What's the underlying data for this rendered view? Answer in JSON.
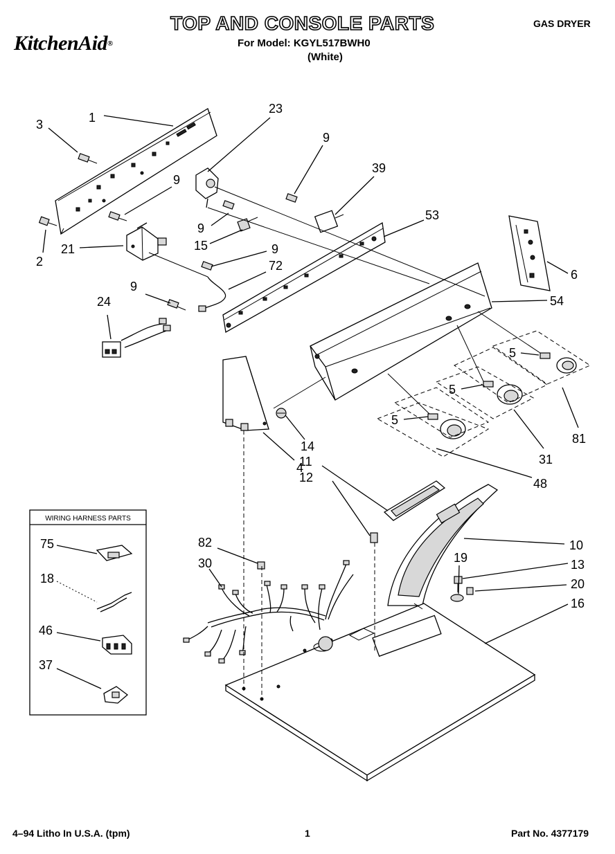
{
  "header": {
    "brand": "KitchenAid",
    "brand_mark": "®",
    "title": "TOP AND CONSOLE PARTS",
    "model_line": "For Model: KGYL517BWH0",
    "color_line": "(White)",
    "appliance": "GAS DRYER"
  },
  "footer": {
    "print_info": "4–94 Litho In U.S.A. (tpm)",
    "page_number": "1",
    "part_number": "Part No. 4377179"
  },
  "inset": {
    "title": "WIRING HARNESS PARTS"
  },
  "callouts": {
    "c1": "1",
    "c3": "3",
    "c2": "2",
    "c21": "21",
    "c9a": "9",
    "c23": "23",
    "c9b": "9",
    "c15": "15",
    "c9c": "9",
    "c72": "72",
    "c9d": "9",
    "c24": "24",
    "c9e": "9",
    "c39": "39",
    "c53": "53",
    "c6": "6",
    "c54": "54",
    "c5a": "5",
    "c5b": "5",
    "c5c": "5",
    "c81": "81",
    "c31": "31",
    "c48": "48",
    "c14": "14",
    "c4": "4",
    "c11": "11",
    "c12": "12",
    "c10": "10",
    "c19": "19",
    "c13": "13",
    "c20": "20",
    "c16": "16",
    "c82": "82",
    "c30": "30",
    "c75": "75",
    "c18": "18",
    "c46": "46",
    "c37": "37"
  },
  "colors": {
    "ink": "#000000",
    "paper": "#ffffff",
    "shade": "#d8d8d8"
  }
}
